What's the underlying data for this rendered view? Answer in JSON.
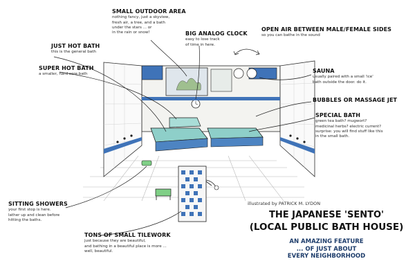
{
  "labels": {
    "outdoor": {
      "head": "SMALL OUTDOOR AREA",
      "lines": [
        "nothing fancy, just a skyview,",
        "fresh air, a tree, and a bath",
        "under the stars ... or",
        "in the rain or snow!"
      ]
    },
    "clock": {
      "head": "BIG ANALOG CLOCK",
      "lines": [
        "easy to lose track",
        "of time in here."
      ]
    },
    "openair": {
      "head": "OPEN AIR BETWEEN MALE/FEMALE SIDES",
      "lines": [
        "so you can bathe in the sound"
      ]
    },
    "hotbath": {
      "head": "JUST HOT BATH",
      "lines": [
        "this is the general bath"
      ]
    },
    "superhot": {
      "head": "SUPER HOT BATH",
      "lines": [
        "a smaller, hard core bath"
      ]
    },
    "sauna": {
      "head": "SAUNA",
      "lines": [
        "usually paired with a small 'ice'",
        "bath outside the door. do it."
      ]
    },
    "bubbles": {
      "head": "BUBBLES OR MASSAGE JET",
      "lines": []
    },
    "special": {
      "head": "SPECIAL BATH",
      "lines": [
        "green tea bath? mugwort?",
        "medicinal herbs? electric current?",
        "surprise: you will find stuff like this",
        "in the small bath."
      ]
    },
    "showers": {
      "head": "SITTING SHOWERS",
      "lines": [
        "your first stop is here.",
        "lather up and clean before",
        "hitting the baths."
      ]
    },
    "tiles": {
      "head": "TONS OF SMALL TILEWORK",
      "lines": [
        "just because they are beautiful,",
        "and bathing in a beautiful place is more ...",
        "well, beautiful."
      ]
    }
  },
  "credit": "illustrated by PATRICK M. LYDON",
  "title": {
    "line1": "THE JAPANESE 'SENTO'",
    "line2": "(LOCAL PUBLIC BATH HOUSE)"
  },
  "subtitle": [
    "AN AMAZING FEATURE",
    "... OF JUST ABOUT",
    "EVERY NEIGHBORHOOD"
  ],
  "colors": {
    "water": "#8ecfc9",
    "tile_blue": "#3f73b8",
    "seat_green": "#7fcf86",
    "ink": "#1d1d1d"
  }
}
